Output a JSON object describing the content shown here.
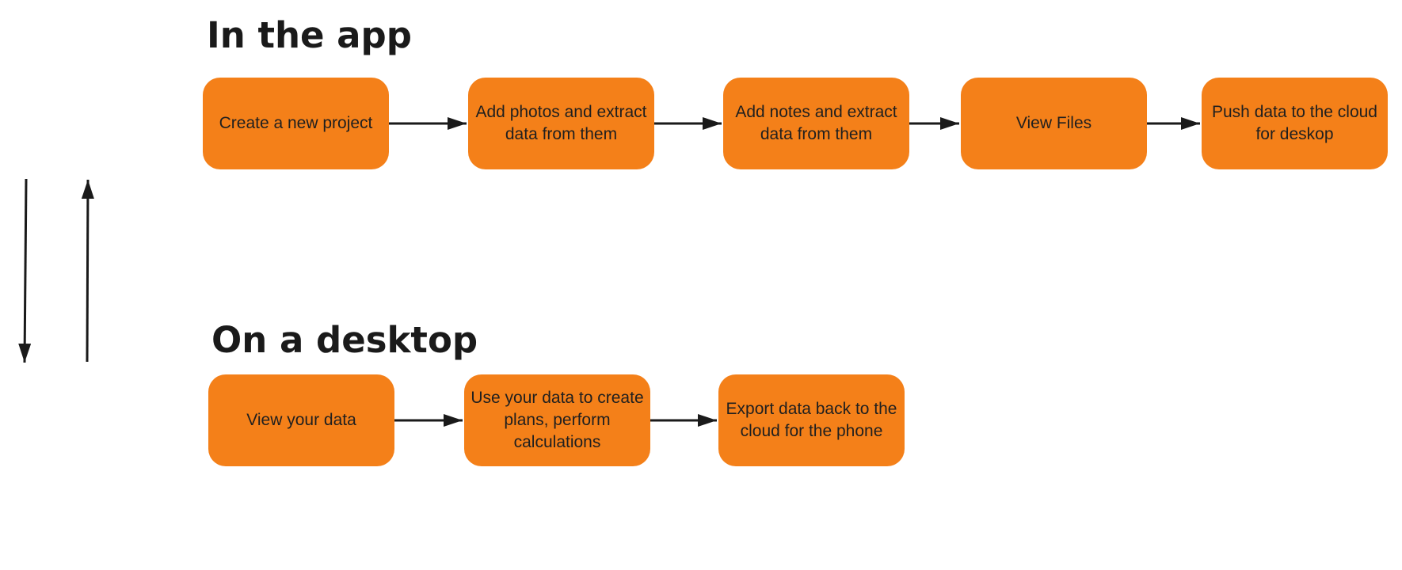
{
  "sections": {
    "app": {
      "title": "In the app",
      "steps": [
        "Create a new project",
        "Add photos and extract data from them",
        "Add notes and extract data from them",
        "View Files",
        "Push data to the cloud for deskop"
      ]
    },
    "desktop": {
      "title": "On a desktop",
      "steps": [
        "View your data",
        "Use your data to create plans, perform calculations",
        "Export data back to the cloud for the phone"
      ]
    }
  },
  "colors": {
    "box_fill": "#f48019",
    "arrow": "#1a1a1a",
    "text": "#1f1f1f"
  }
}
